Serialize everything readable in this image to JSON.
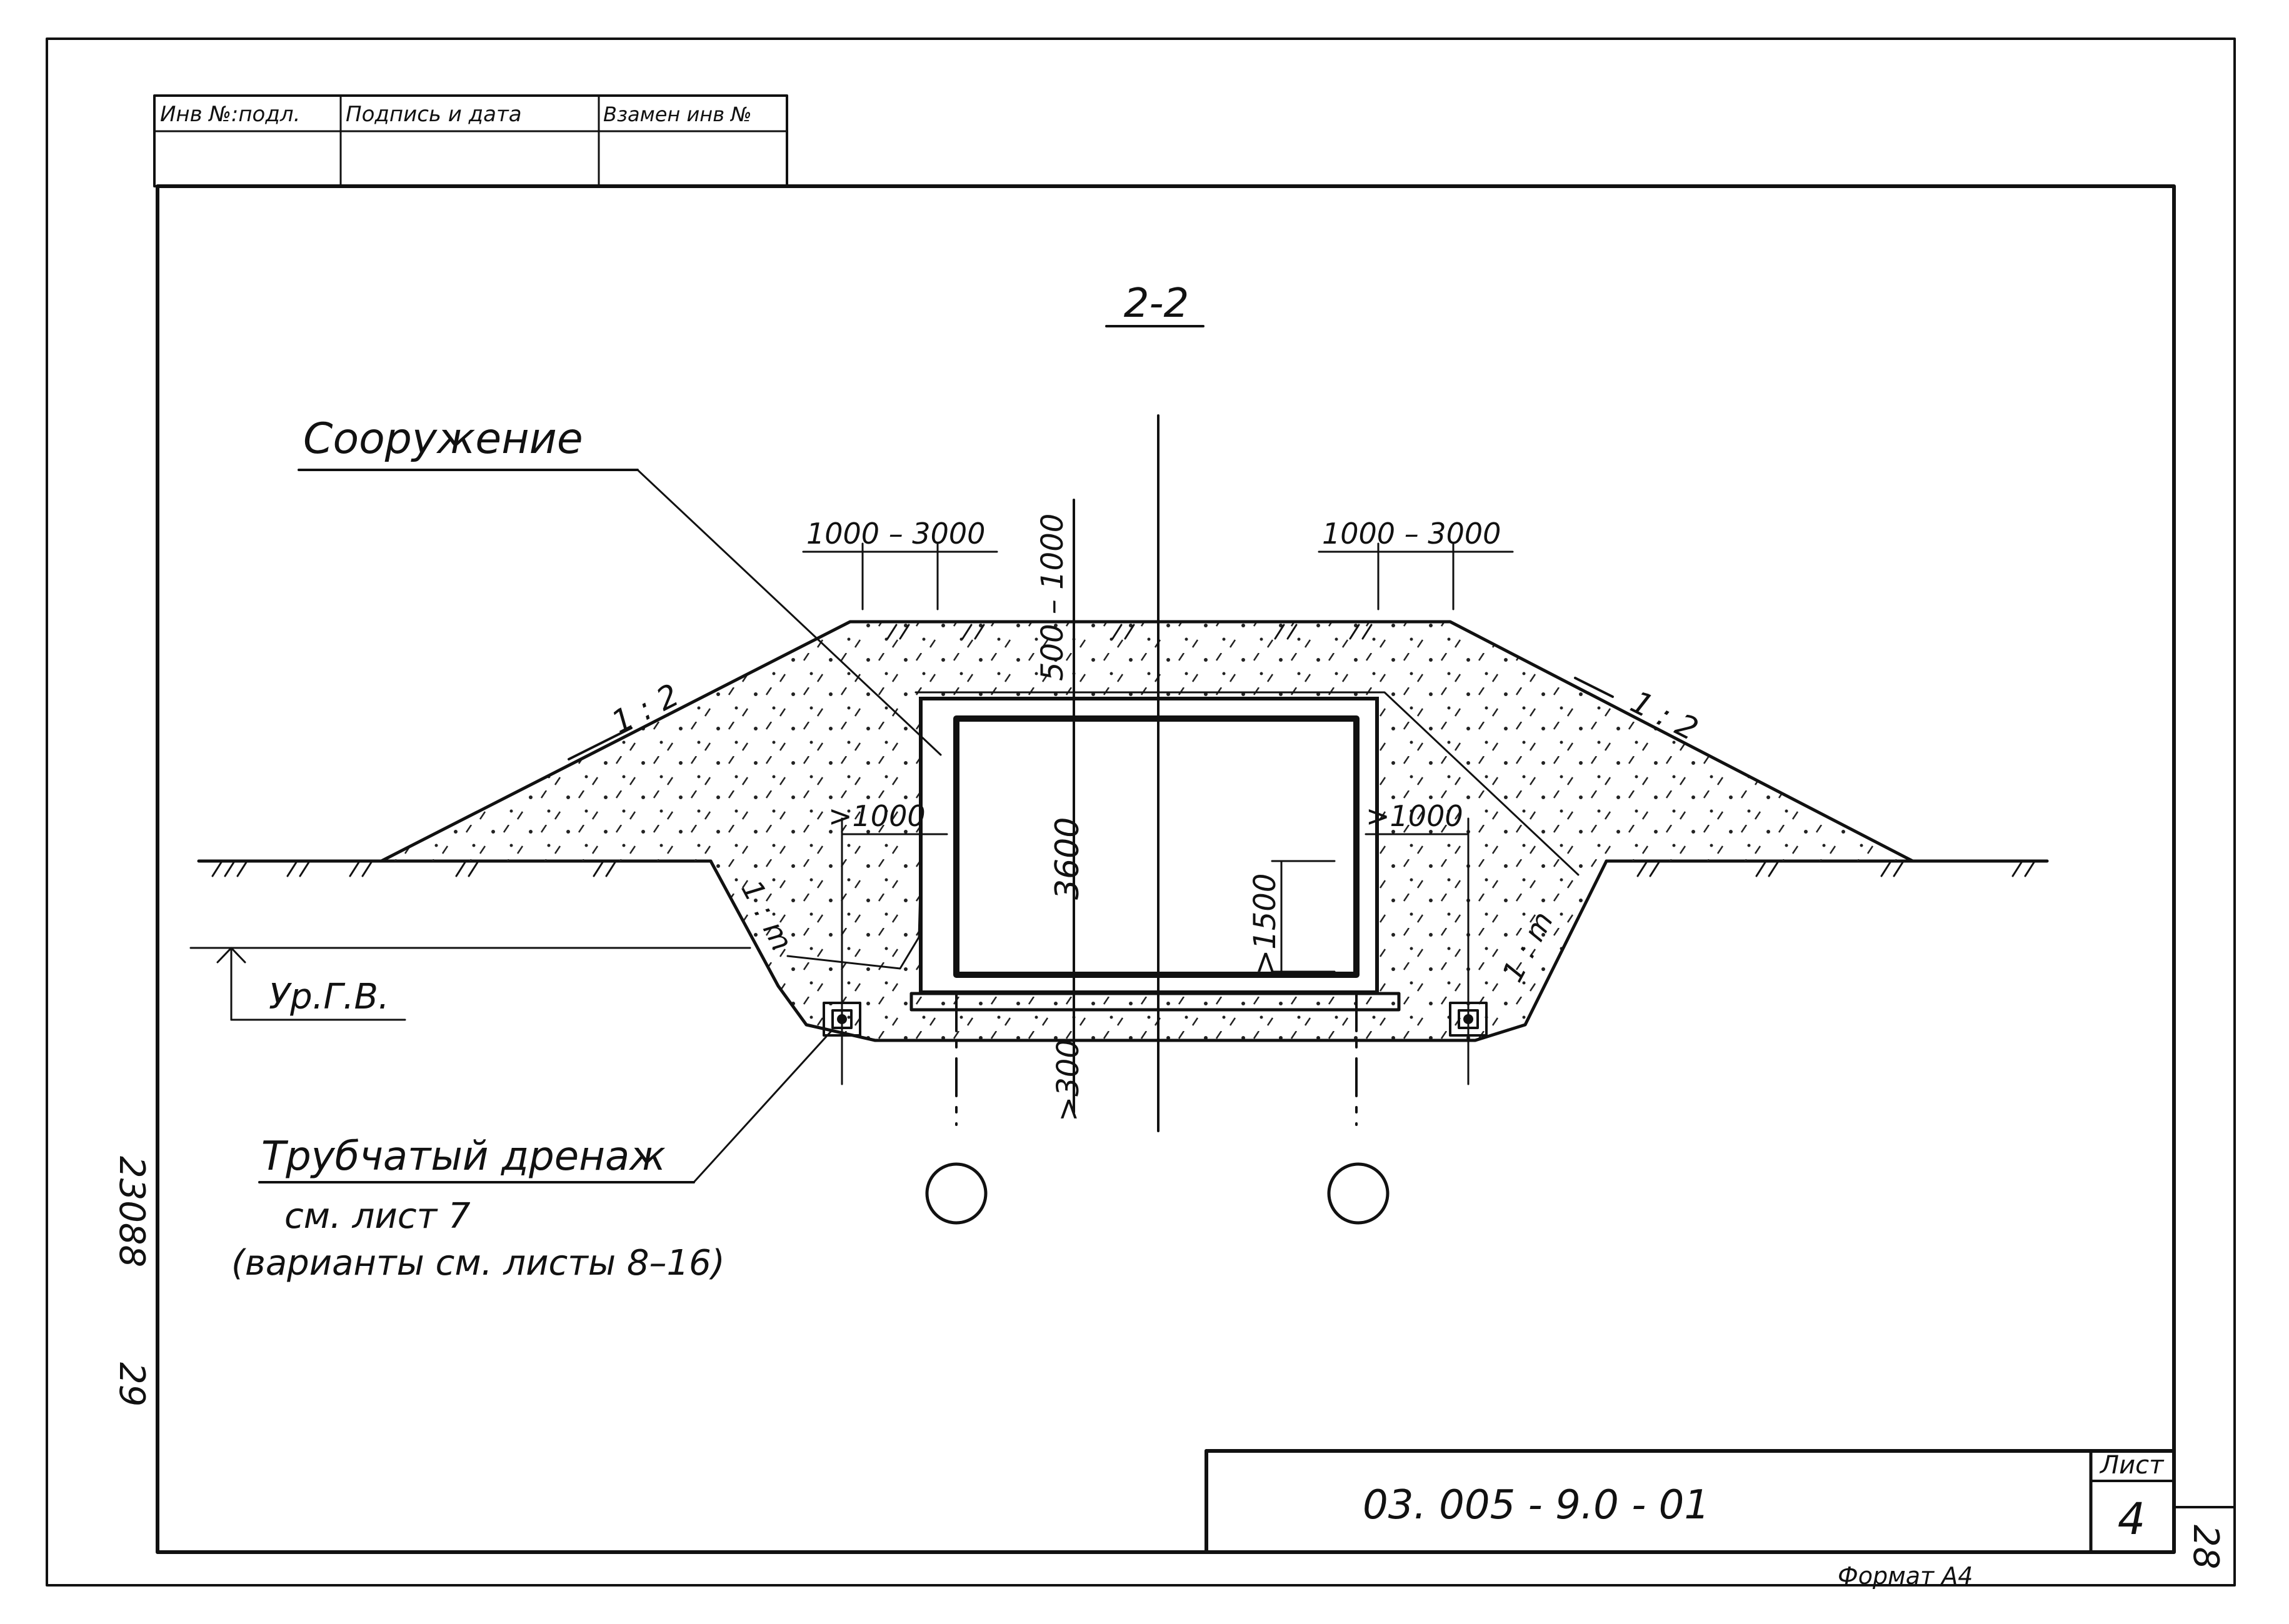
{
  "stamp": {
    "inv_podl": "Инв №:подл.",
    "podpis_data": "Подпись и дата",
    "vzamen": "Взамен инв №"
  },
  "section_title": "2-2",
  "labels": {
    "structure": "Сооружение",
    "groundwater": "Ур.Г.В.",
    "drain": "Трубчатый дренаж",
    "drain_ref": "см. лист 7",
    "drain_variants": "(варианты см. листы 8–16)"
  },
  "dims": {
    "berm_left": "1000 – 3000",
    "berm_right": "1000 – 3000",
    "cover": "500 – 1000",
    "height": "3600",
    "clear_left": ">1000",
    "clear_right": ">1000",
    "depth": ">1500",
    "base": ">300",
    "slope_top_left": "1 : 2",
    "slope_top_right": "1 : 2",
    "slope_pit_left": "1 : m",
    "slope_pit_right": "1 : m"
  },
  "titleblock": {
    "code": "03. 005 - 9.0 - 01",
    "sheet_label": "Лист",
    "sheet_no": "4",
    "format": "Формат А4"
  },
  "margin": {
    "archive_no": "23088",
    "archive_sub": "29",
    "page_no": "28"
  }
}
